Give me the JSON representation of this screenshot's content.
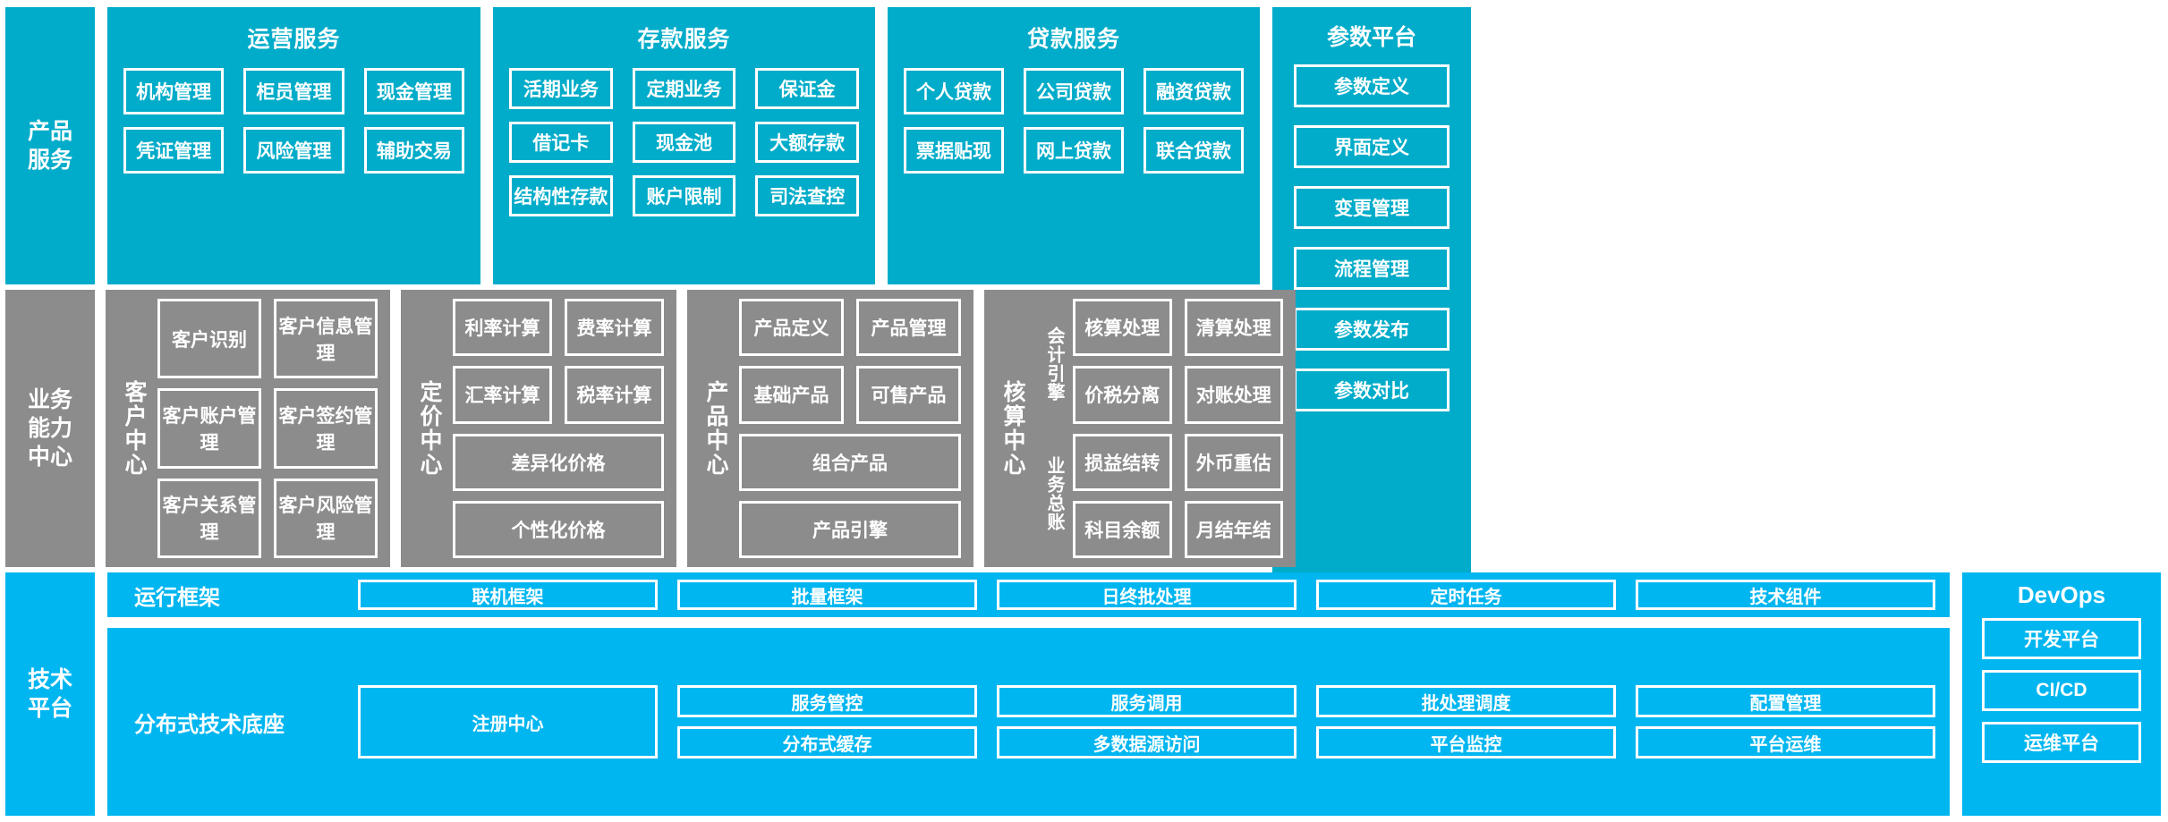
{
  "layers": {
    "product_service": {
      "spine_label": "产品\n服务",
      "spine_line1": "产品",
      "spine_line2": "服务",
      "panels": [
        {
          "title": "运营服务",
          "cells": [
            "机构管理",
            "柜员管理",
            "现金管理",
            "凭证管理",
            "风险管理",
            "辅助交易"
          ]
        },
        {
          "title": "存款服务",
          "cells": [
            "活期业务",
            "定期业务",
            "保证金",
            "借记卡",
            "现金池",
            "大额存款",
            "结构性存款",
            "账户限制",
            "司法查控"
          ]
        },
        {
          "title": "贷款服务",
          "cells": [
            "个人贷款",
            "公司贷款",
            "融资贷款",
            "票据贴现",
            "网上贷款",
            "联合贷款"
          ]
        }
      ]
    },
    "parameter_platform": {
      "title": "参数平台",
      "items": [
        "参数定义",
        "界面定义",
        "变更管理",
        "流程管理",
        "参数发布",
        "参数对比"
      ]
    },
    "business_capability": {
      "spine_line1": "业务",
      "spine_line2": "能力",
      "spine_line3": "中心",
      "centers": [
        {
          "vlabel": "客户中心",
          "cells": [
            "客户识别",
            "客户信息管理",
            "客户账户管理",
            "客户签约管理",
            "客户关系管理",
            "客户风险管理"
          ]
        },
        {
          "vlabel": "定价中心",
          "cells": [
            "利率计算",
            "费率计算",
            "汇率计算",
            "税率计算"
          ],
          "wide_cells": [
            "差异化价格",
            "个性化价格"
          ]
        },
        {
          "vlabel": "产品中心",
          "cells": [
            "产品定义",
            "产品管理",
            "基础产品",
            "可售产品"
          ],
          "wide_cells": [
            "组合产品",
            "产品引擎"
          ]
        },
        {
          "vlabel": "核算中心",
          "sub_label_1": "会计引擎",
          "sub_label_2": "业务总账",
          "cells_group1": [
            "核算处理",
            "清算处理",
            "价税分离",
            "对账处理"
          ],
          "cells_group2": [
            "损益结转",
            "外币重估",
            "科目余额",
            "月结年结"
          ]
        }
      ]
    },
    "technical_platform": {
      "spine_line1": "技术",
      "spine_line2": "平台",
      "bands": [
        {
          "label": "运行框架",
          "cells": [
            "联机框架",
            "批量框架",
            "日终批处理",
            "定时任务",
            "技术组件"
          ]
        },
        {
          "label": "分布式技术底座",
          "anchor_cell": "注册中心",
          "row1": [
            "服务管控",
            "服务调用",
            "批处理调度",
            "配置管理"
          ],
          "row2": [
            "分布式缓存",
            "多数据源访问",
            "平台监控",
            "平台运维"
          ]
        }
      ]
    },
    "devops": {
      "title": "DevOps",
      "items": [
        "开发平台",
        "CI/CD",
        "运维平台"
      ]
    }
  },
  "colors": {
    "teal": "#00ACC9",
    "gray": "#8C8C8C",
    "blue": "#00B6F0",
    "border": "#FFFFFF"
  }
}
